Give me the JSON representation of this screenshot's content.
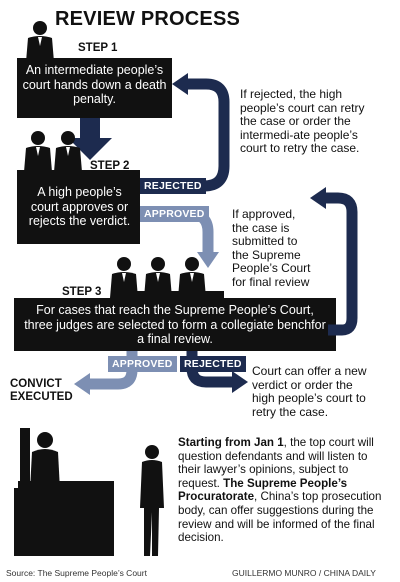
{
  "title": "REVIEW PROCESS",
  "step1": {
    "label": "STEP 1",
    "text": "An intermediate people’s court hands down a death penalty."
  },
  "step2": {
    "label": "STEP 2",
    "text": "A high people’s court approves or rejects the verdict."
  },
  "step3": {
    "label": "STEP 3",
    "text": "For cases that reach the Supreme People’s Court, three judges are selected to form a collegiate benchfor a final review."
  },
  "notes": {
    "rejected_high": "If rejected, the high people’s court can retry the case or order the intermedi-ate people’s court to retry the case.",
    "approved_high": "If approved, the case is submitted to the Supreme People’s Court for final review",
    "rejected_supreme": "Court can offer a new verdict or order the high people’s court to retry the case."
  },
  "tags": {
    "rejected": "REJECTED",
    "approved": "APPROVED"
  },
  "convict": "CONVICT EXECUTED",
  "bottom": {
    "p1_bold": "Starting from Jan 1",
    "p1_rest": ", the top court will question defendants and will listen to their lawyer’s opinions, subject to request.",
    "p2_bold": "The Supreme People’s Procuratorate",
    "p2_rest": ", China’s top prosecution body, can offer suggestions during the review and will be informed of the final decision."
  },
  "footer": {
    "source": "Source: The Supreme People’s Court",
    "credit": "GUILLERMO MUNRO / CHINA DAILY"
  },
  "colors": {
    "dark_arrow": "#1d2b4f",
    "light_arrow": "#7d8fb3",
    "box": "#111111"
  }
}
